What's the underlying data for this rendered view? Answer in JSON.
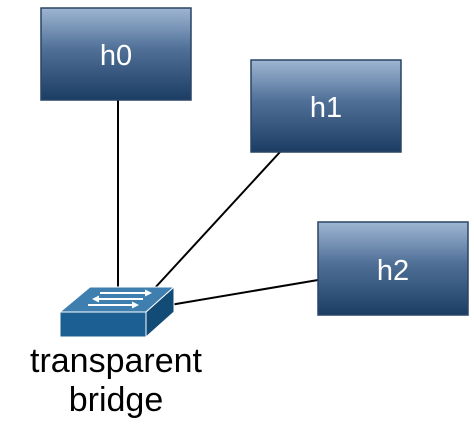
{
  "hosts": [
    {
      "id": "h0",
      "label": "h0"
    },
    {
      "id": "h1",
      "label": "h1"
    },
    {
      "id": "h2",
      "label": "h2"
    }
  ],
  "bridge": {
    "label_line1": "transparent",
    "label_line2": "bridge"
  },
  "links": [
    {
      "from": "h0",
      "to": "bridge"
    },
    {
      "from": "h1",
      "to": "bridge"
    },
    {
      "from": "h2",
      "to": "bridge"
    }
  ],
  "colors": {
    "host_gradient_top": "#9fb6d3",
    "host_gradient_bottom": "#1c3d63",
    "host_border": "#2a4466",
    "host_text": "#ffffff",
    "bridge_top": "#3f7fb0",
    "bridge_front": "#1b5f93",
    "bridge_side": "#134b77",
    "link": "#000000",
    "background": "#ffffff"
  },
  "icons": {
    "bridge": "network-switch-icon"
  }
}
